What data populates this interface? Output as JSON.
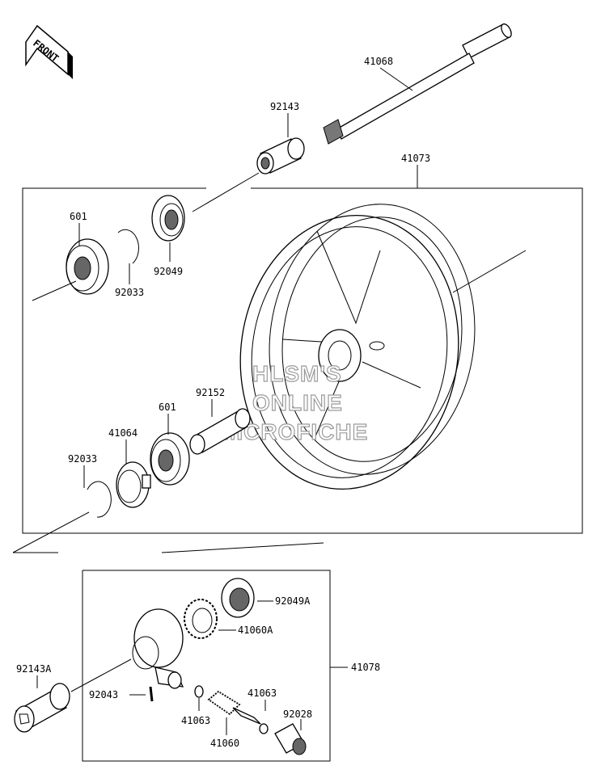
{
  "front_arrow": {
    "text": "FRONT"
  },
  "watermark": {
    "line1": "HLSM'S",
    "line2": "ONLINE",
    "line3": "MICROFICHE"
  },
  "parts": {
    "axle": "41068",
    "collar_top": "92143",
    "wheel": "41073",
    "bearing_top": "601",
    "circlip_top": "92033",
    "seal_top": "92049",
    "spacer": "92152",
    "bearing_mid": "601",
    "coupling": "41064",
    "circlip_mid": "92033",
    "seal_gear": "92049A",
    "gear": "41060A",
    "gearbox_assy": "41078",
    "collar_a": "92143A",
    "pin": "92043",
    "washer_left": "41063",
    "washer_right": "41063",
    "pinion": "41060",
    "bushing": "92028"
  }
}
